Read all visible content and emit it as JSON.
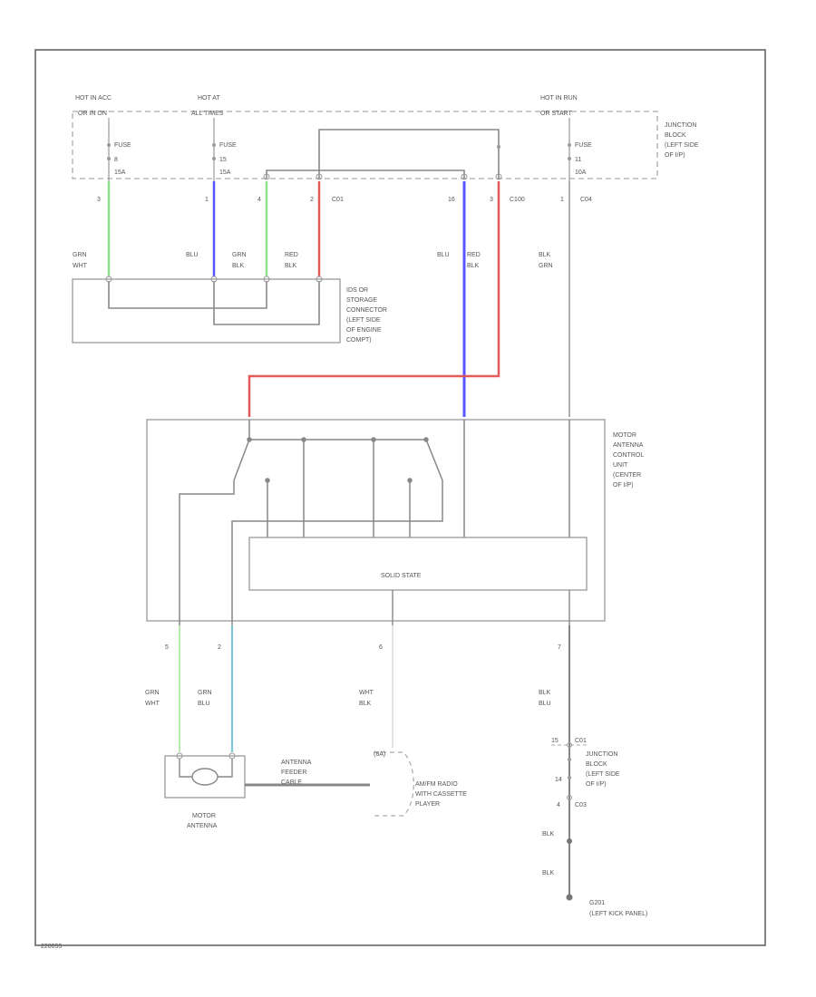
{
  "fuses": [
    {
      "hot": "HOT IN ACC",
      "hot2": "OR IN ON",
      "label": "FUSE",
      "num": "8",
      "amp": "15A"
    },
    {
      "hot": "HOT AT",
      "hot2": "ALL TIMES",
      "label": "FUSE",
      "num": "15",
      "amp": "15A"
    },
    {
      "hot": "HOT IN RUN",
      "hot2": "OR START",
      "label": "FUSE",
      "num": "11",
      "amp": "10A"
    }
  ],
  "junction_block": [
    "JUNCTION",
    "BLOCK",
    "(LEFT SIDE",
    "OF I/P)"
  ],
  "junction_block2": [
    "JUNCTION",
    "BLOCK",
    "(LEFT SIDE",
    "OF I/P)"
  ],
  "pins_top": [
    "3",
    "1",
    "4",
    "2",
    "C01",
    "16",
    "3",
    "C100",
    "1",
    "C04"
  ],
  "wire_colors_top": [
    [
      "GRN",
      "WHT"
    ],
    [
      "BLU"
    ],
    [
      "GRN",
      "BLK"
    ],
    [
      "RED",
      "BLK"
    ],
    [
      "BLU",
      "RED"
    ],
    [
      "BLK"
    ],
    [
      "BLK",
      "GRN"
    ]
  ],
  "storage_connector": [
    "IDS OR",
    "STORAGE",
    "CONNECTOR",
    "(LEFT SIDE",
    "OF ENGINE",
    "COMPT)"
  ],
  "control_unit": [
    "MOTOR",
    "ANTENNA",
    "CONTROL",
    "UNIT",
    "(CENTER",
    "OF I/P)"
  ],
  "solid_state": "SOLID STATE",
  "pins_bottom": [
    "5",
    "2",
    "6",
    "7"
  ],
  "wire_colors_bottom": [
    [
      "GRN",
      "WHT"
    ],
    [
      "GRN",
      "BLU"
    ],
    [
      "WHT",
      "BLK"
    ],
    [
      "BLK",
      "BLU"
    ]
  ],
  "motor_antenna": [
    "MOTOR",
    "ANTENNA"
  ],
  "feeder": [
    "ANTENNA",
    "FEEDER",
    "CABLE"
  ],
  "radio": [
    "AM/FM RADIO",
    "WITH CASSETTE",
    "PLAYER"
  ],
  "radio_pin": "(8A)",
  "jb_pins": [
    "15",
    "C01",
    "14",
    "4",
    "C03"
  ],
  "ground_wires": [
    "BLK",
    "BLK"
  ],
  "ground": [
    "G201",
    "(LEFT KICK PANEL)"
  ],
  "figure_id": "220055"
}
